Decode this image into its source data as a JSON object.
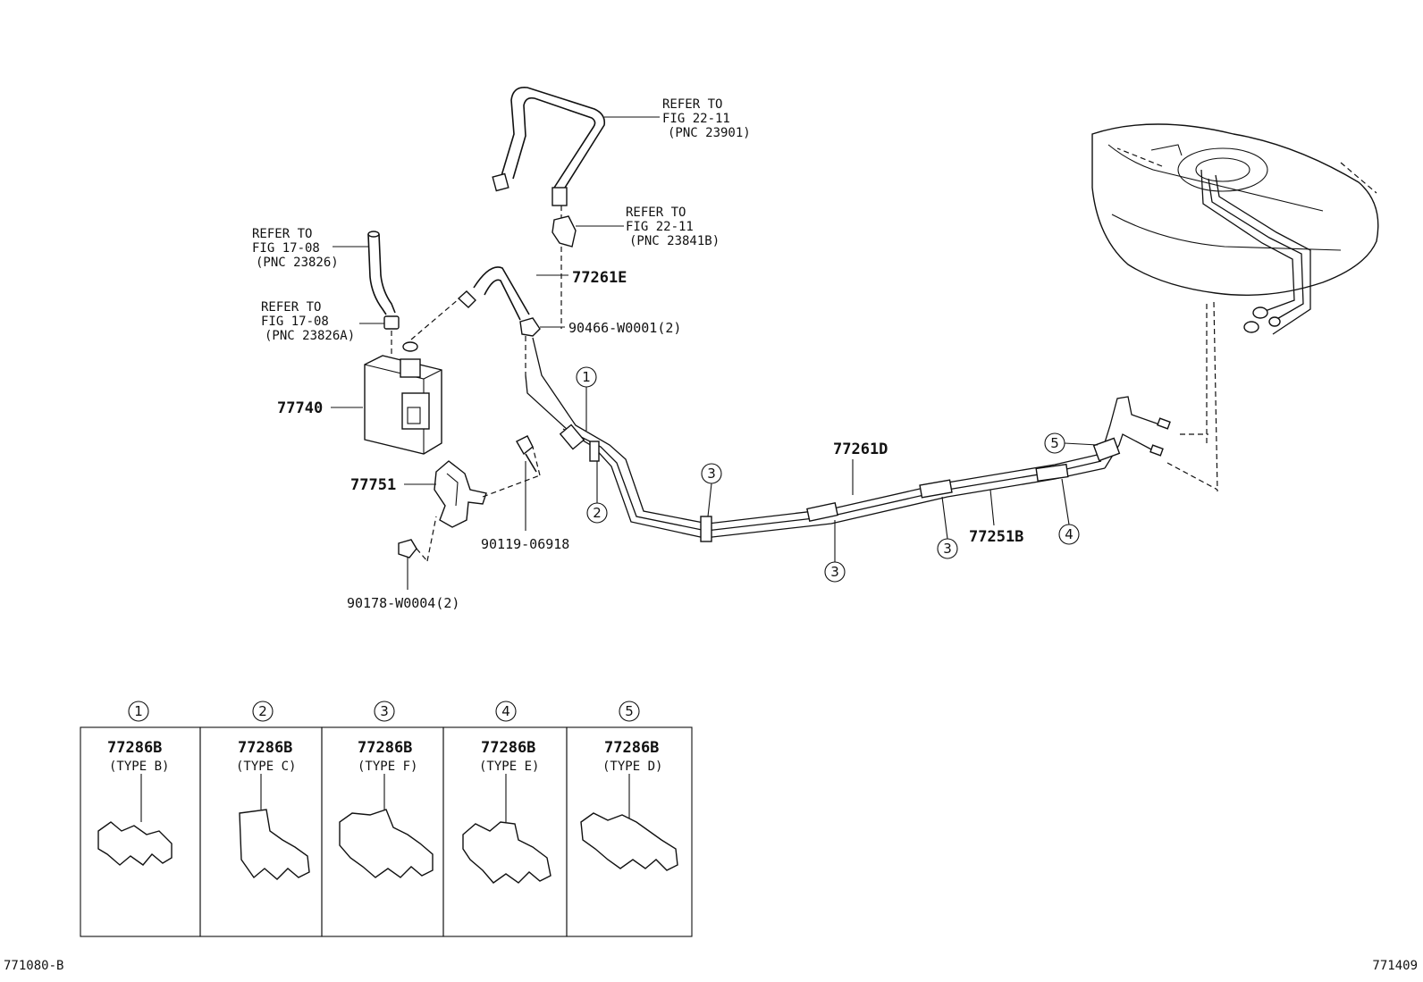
{
  "callouts": {
    "ref_fig22_11_a": {
      "line1": "REFER TO",
      "line2": "FIG 22-11",
      "line3": "(PNC 23901)"
    },
    "ref_fig22_11_b": {
      "line1": "REFER TO",
      "line2": "FIG 22-11",
      "line3": "(PNC 23841B)"
    },
    "ref_fig17_08_a": {
      "line1": "REFER TO",
      "line2": "FIG 17-08",
      "line3": "(PNC 23826)"
    },
    "ref_fig17_08_b": {
      "line1": "REFER TO",
      "line2": "FIG 17-08",
      "line3": "(PNC 23826A)"
    }
  },
  "parts": {
    "p77261E": "77261E",
    "p90466": "90466-W0001(2)",
    "p77740": "77740",
    "p77751": "77751",
    "p90119": "90119-06918",
    "p90178": "90178-W0004(2)",
    "p77261D": "77261D",
    "p77251B": "77251B"
  },
  "clamp_markers": {
    "m1": "1",
    "m2": "2",
    "m3a": "3",
    "m3b": "3",
    "m3c": "3",
    "m4": "4",
    "m5": "5"
  },
  "legend": [
    {
      "num": "1",
      "part": "77286B",
      "type": "(TYPE B)"
    },
    {
      "num": "2",
      "part": "77286B",
      "type": "(TYPE C)"
    },
    {
      "num": "3",
      "part": "77286B",
      "type": "(TYPE F)"
    },
    {
      "num": "4",
      "part": "77286B",
      "type": "(TYPE E)"
    },
    {
      "num": "5",
      "part": "77286B",
      "type": "(TYPE D)"
    }
  ],
  "footer": {
    "left": "771080-B",
    "right": "771409"
  }
}
